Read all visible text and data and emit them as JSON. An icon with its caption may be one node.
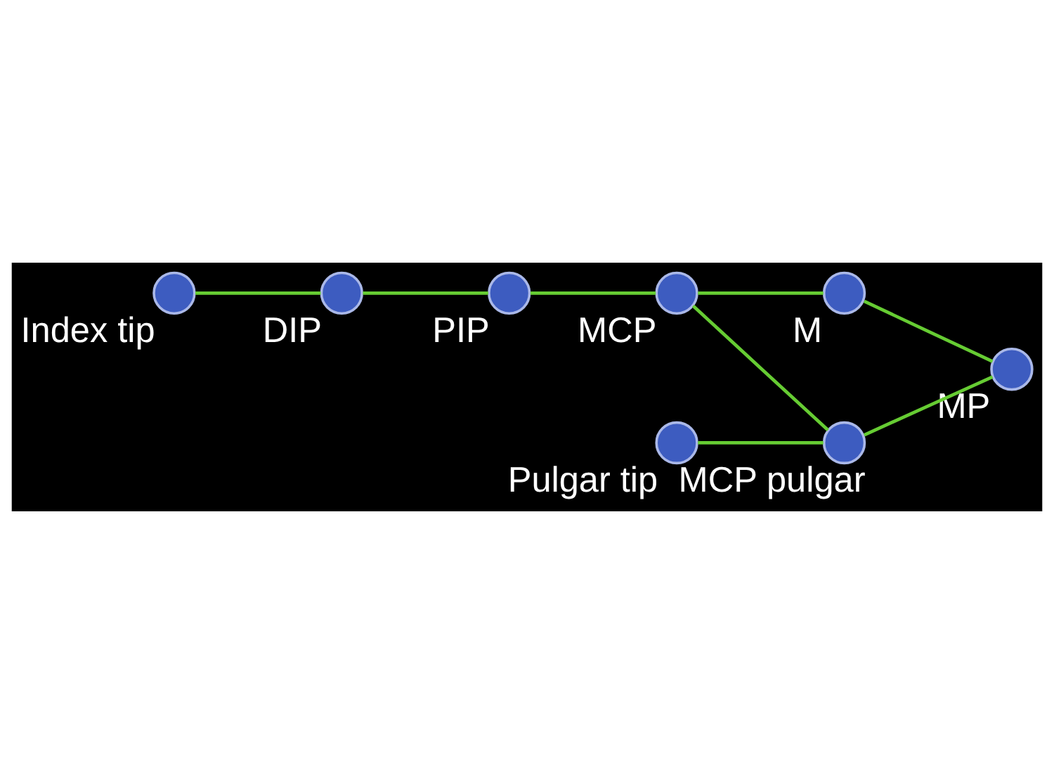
{
  "diagram": {
    "nodes": [
      {
        "text": [],
        "shape": "circle",
        "beside": [
          "Index tip"
        ]
      },
      {
        "text": [],
        "shape": "circle",
        "beside": [
          "DIP"
        ]
      },
      {
        "text": [],
        "shape": "circle",
        "beside": [
          "PIP"
        ]
      },
      {
        "text": [],
        "shape": "circle",
        "beside": [
          "MCP"
        ]
      },
      {
        "text": [],
        "shape": "circle",
        "beside": [
          "M"
        ]
      },
      {
        "text": [],
        "shape": "circle",
        "beside": [
          "Pulgar tip"
        ]
      },
      {
        "text": [],
        "shape": "circle",
        "beside": [
          "MCP pulgar"
        ]
      },
      {
        "text": [],
        "shape": "circle",
        "beside": [
          "MP"
        ]
      }
    ],
    "edges": [
      {
        "from": 0,
        "to": 1,
        "arrow": "none"
      },
      {
        "from": 1,
        "to": 2,
        "arrow": "none"
      },
      {
        "from": 2,
        "to": 3,
        "arrow": "none"
      },
      {
        "from": 3,
        "to": 4,
        "arrow": "none"
      },
      {
        "from": 3,
        "to": 6,
        "arrow": "none"
      },
      {
        "from": 5,
        "to": 6,
        "arrow": "none"
      },
      {
        "from": 6,
        "to": 7,
        "arrow": "none"
      },
      {
        "from": 4,
        "to": 7,
        "arrow": "none"
      }
    ]
  }
}
